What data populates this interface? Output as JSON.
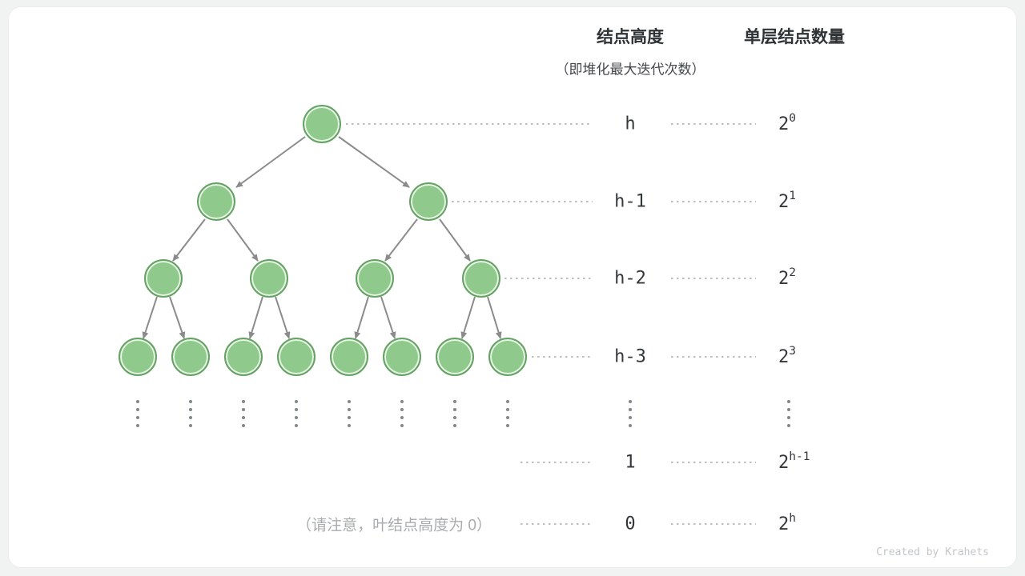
{
  "header": {
    "height_col": "结点高度",
    "height_sub": "（即堆化最大迭代次数）",
    "count_col": "单层结点数量"
  },
  "rows": [
    {
      "height": "h",
      "base": "2",
      "exp": "0"
    },
    {
      "height": "h-1",
      "base": "2",
      "exp": "1"
    },
    {
      "height": "h-2",
      "base": "2",
      "exp": "2"
    },
    {
      "height": "h-3",
      "base": "2",
      "exp": "3"
    },
    {
      "height": "1",
      "base": "2",
      "exp": "h-1"
    },
    {
      "height": "0",
      "base": "2",
      "exp": "h"
    }
  ],
  "ellipsis": "⋮",
  "note": "（请注意，叶结点高度为 0）",
  "watermark": "Created by Krahets",
  "colors": {
    "node_fill": "#90c98c",
    "node_border": "#65a263",
    "arrow": "#8b8b8b",
    "leader_dots": "#b5b5b5",
    "card_bg": "#ffffff",
    "page_bg": "#f1f2f2"
  }
}
